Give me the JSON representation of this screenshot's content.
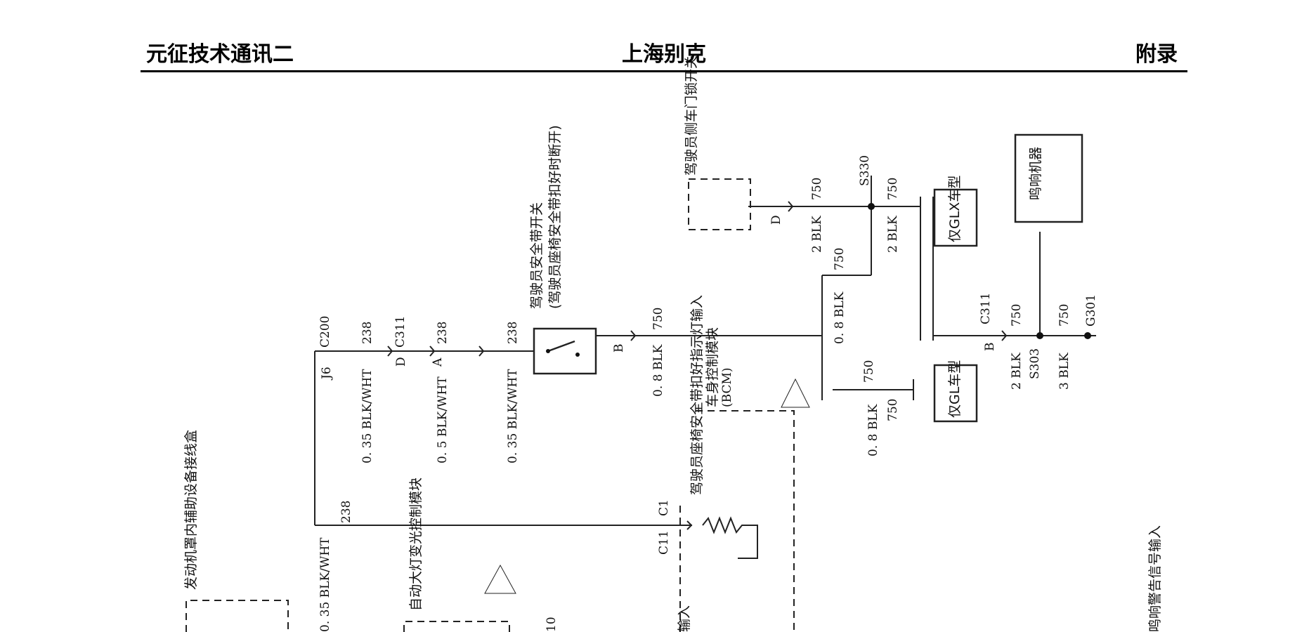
{
  "header": {
    "left": "元征技术通讯二",
    "center": "上海别克",
    "right": "附录"
  },
  "diagram": {
    "components": {
      "driver_seat_switch": "驾驶员安全带开关",
      "driver_seat_switch_note": "(驾驶员座椅安全带扣好时断开)",
      "door_lock_switch": "驾驶员侧车门锁开关",
      "body_control_module": "车身控制模块",
      "body_control_module_code": "(BCM)",
      "bcm_input": "驾驶员座椅安全带扣好指示灯输入",
      "engine_fuse_box": "发动机罩内辅助设备接线盒",
      "headlamp_module": "自动大灯变光控制模块",
      "chime_module": "鸣响机器",
      "gl_top": "仅GLX车型",
      "gl_bottom": "仅GL车型",
      "warning_input": "鸣响警告信号输入",
      "partial_input": "输入"
    },
    "connectors": {
      "c200": "C200",
      "j6": "J6",
      "c311_top": "C311",
      "c311_mid": "C311",
      "pin_d": "D",
      "pin_a": "A",
      "pin_b": "B",
      "pin_b2": "B",
      "pin_d2": "D",
      "c1": "C1",
      "c11": "C11",
      "s330": "S330",
      "s303": "S303",
      "g301": "G301",
      "left_partial": "10"
    },
    "wires": {
      "w238a": "238",
      "w238b": "238",
      "w238c": "238",
      "w238d": "238",
      "w750a": "750",
      "w750b": "750",
      "w750c": "750",
      "w750d": "750",
      "w750e": "750",
      "w750f": "750",
      "w750g": "750",
      "w750h": "750",
      "g1": "0. 35  BLK/WHT",
      "g2": "0. 5  BLK/WHT",
      "g3": "0. 35  BLK/WHT",
      "g4": "0. 8  BLK",
      "g5": "2  BLK",
      "g6": "2  BLK",
      "g7": "0. 8  BLK",
      "g8": "0. 8  BLK",
      "g9": "2  BLK",
      "g10": "3  BLK",
      "g11": "0. 35  BLK/WHT"
    }
  }
}
